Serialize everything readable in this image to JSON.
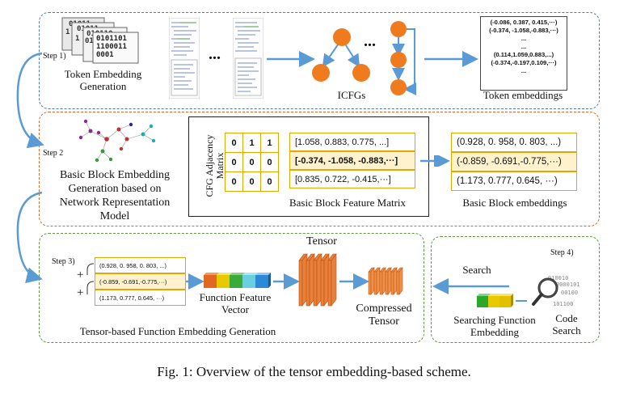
{
  "step1": {
    "label": "Step 1)",
    "token_gen": [
      "Token Embedding",
      "Generation"
    ],
    "binary_lines": [
      "0101 10",
      "10110",
      "010110",
      "101101 11",
      "0101101 10",
      "1100011",
      "0001"
    ],
    "ellipsis": "...",
    "icfgs_label": "ICFGs",
    "token_embeddings": {
      "rows": [
        "(-0.086,  0.387,  0.415,···)",
        "(-0.374,  -1.058,-0.883,···)",
        "...",
        "...",
        "(0.114,1.059,0.883,...)",
        "(-0.374,-0.197,0.109,···)",
        "..."
      ],
      "caption": "Token embeddings"
    }
  },
  "step2": {
    "label": "Step 2",
    "basic_block_gen": [
      "Basic Block Embedding",
      "Generation based on",
      "Network Representation",
      "Model"
    ],
    "adjacency_label": [
      "CFG Adjacency",
      "Matrix"
    ],
    "adjacency": [
      [
        "0",
        "1",
        "1"
      ],
      [
        "0",
        "0",
        "0"
      ],
      [
        "0",
        "0",
        "0"
      ]
    ],
    "feature_rows": [
      "[1.058,  0.883,  0.775, ...]",
      "[-0.374,  -1.058,  -0.883,···]",
      "[0.835, 0.722,  -0.415,···]"
    ],
    "feature_caption": "Basic Block Feature Matrix",
    "bb_rows": [
      "(0.928,  0. 958,  0. 803, ...)",
      "(-0.859,  -0.691,-0.775,···)",
      "(1.173, 0.777,  0.645, ···)"
    ],
    "bb_caption": "Basic Block embeddings"
  },
  "step3": {
    "label": "Step 3)",
    "rows": [
      "(0.928,  0. 958,  0. 803, ...)",
      "(-0.859,  -0.691,-0.775,···)",
      "(1.173, 0.777,  0.645, ···)"
    ],
    "plus": "+",
    "ffv_label": [
      "Function Feature",
      "Vector"
    ],
    "tensor_label": "Tensor",
    "compressed_label": [
      "Compressed",
      "Tensor"
    ],
    "title": "Tensor-based Function Embedding Generation"
  },
  "step4": {
    "label": "Step 4)",
    "search": "Search",
    "searching_label": [
      "Searching Function",
      "Embedding"
    ],
    "code_search": [
      "Code",
      "Search"
    ],
    "magnifier_text": [
      "010010",
      "0000101",
      "00100",
      "101100"
    ]
  },
  "caption": "Fig. 1: Overview of the tensor embedding-based scheme.",
  "colors": {
    "box1_border": "#4a78c2",
    "box2_border": "#d7672a",
    "box3_border": "#5a9a3a",
    "arrow": "#5b9bd5",
    "node": "#f07a1e",
    "matrix": "#e8a400"
  }
}
